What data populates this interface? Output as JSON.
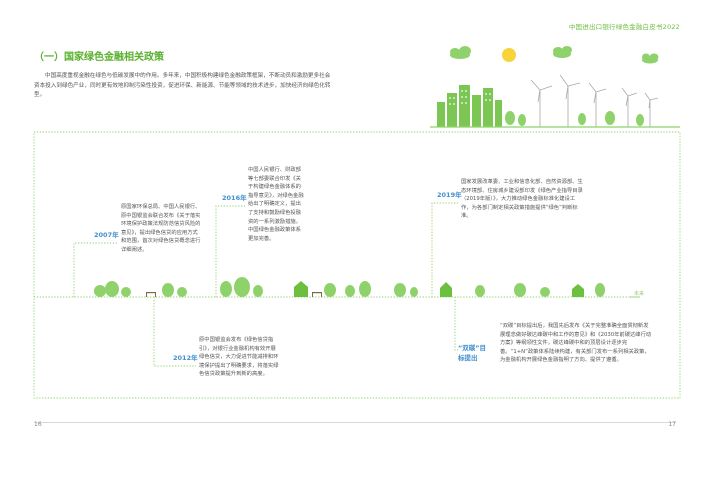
{
  "header": {
    "title": "中国进出口银行绿色金融白皮书2022"
  },
  "section": {
    "title": "（一）国家绿色金融相关政策"
  },
  "intro": {
    "text": "中国高度重视金融在绿色与低碳发展中的作用。多年来，中国积极构建绿色金融政策框架，不断动员和激励更多社会资本投入到绿色产业，同时更有效地抑制污染性投资，促进环保、新能源、节能等领域的技术进步，加快经济向绿色化转型。"
  },
  "timeline": {
    "axis_end_label": "未来",
    "entries": [
      {
        "year": "2007年",
        "text": "原国家环保总局、中国人民银行、原中国银监会联合发布《关于落实环境保护政策法规防范信贷风险的意见》，提出绿色信贷的应用方式和范围，首次对绿色信贷概念进行详细阐述。"
      },
      {
        "year": "2012年",
        "text": "原中国银监会发布《绿色信贷指引》，对银行业金融机构有效开展绿色信贷，大力促进节能减排和环境保护提出了明确要求，将落实绿色信贷政策提升到新的高度。"
      },
      {
        "year": "2016年",
        "text": "中国人民银行、财政部等七部委联合印发《关于构建绿色金融体系的指导意见》，对绿色金融给出了明确定义，提出了支持和鼓励绿色投融资的一系列激励措施，中国绿色金融政策体系更加完善。"
      },
      {
        "year": "2019年",
        "text": "国家发展改革委、工业和信息化部、自然资源部、生态环境部、住房城乡建设部印发《绿色产业指导目录（2019年版）》，大力推动绿色金融标准化建设工作，为各部门制定相关政策措施提供“绿色”判断标准。"
      },
      {
        "year": "“双碳”目标提出",
        "text": "“双碳”目标提出后，我国先后发布《关于完整准确全面贯彻新发展理念做好碳达峰碳中和工作的意见》和《2030年前碳达峰行动方案》等纲领性文件，碳达峰碳中和的顶层设计逐步完善。“1+N”政策体系陆续构建，有关部门发布一系列相关政策，为金融机构开展绿色金融指明了方向、提供了遵循。"
      }
    ]
  },
  "footer": {
    "page_left": "16",
    "page_right": "17"
  },
  "colors": {
    "accent": "#6cbf3f",
    "dots": "#8fd26b",
    "year": "#3f8fcf"
  }
}
